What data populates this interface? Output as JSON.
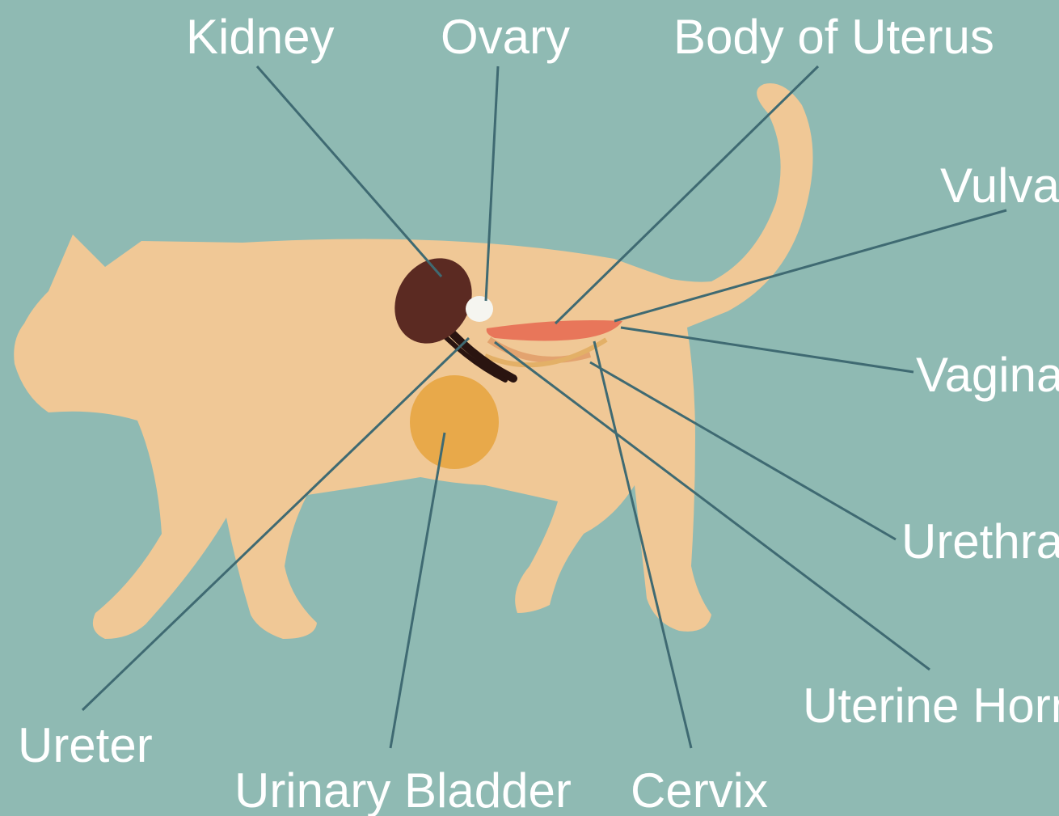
{
  "colors": {
    "background": "#8fbab3",
    "cat_body": "#f0c896",
    "kidney": "#5b2a22",
    "ureter": "#2a1410",
    "ovary": "#f5f5f0",
    "uterus_body": "#e8765a",
    "urinary_bladder": "#e8a94a",
    "urethra": "#e3b067",
    "leader_line": "#3f6a72",
    "label_text": "#ffffff"
  },
  "labels": {
    "kidney": "Kidney",
    "ovary": "Ovary",
    "body_of_uterus": "Body of Uterus",
    "vulva": "Vulva",
    "vagina": "Vagina",
    "urethra": "Urethra",
    "uterine_horn": "Uterine Horn",
    "ureter": "Ureter",
    "urinary_bladder": "Urinary Bladder",
    "cervix": "Cervix"
  }
}
